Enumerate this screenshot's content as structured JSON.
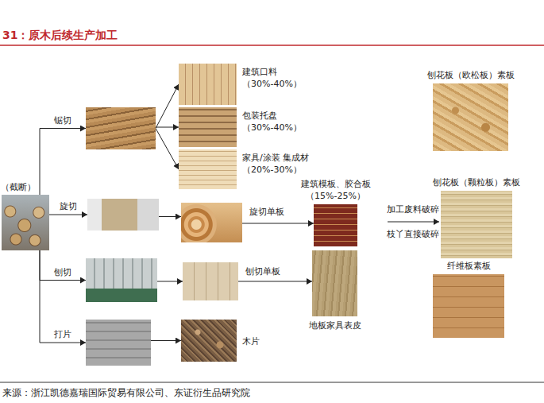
{
  "diagram": {
    "title": "31：原木后续生产加工",
    "caption": "来源：浙江凯德嘉瑞国际贸易有限公司、东证衍生品研究院",
    "nodes": [
      {
        "text": [
          "（截断）"
        ]
      },
      {
        "text": []
      },
      {
        "text": [
          "建筑口料",
          "（30%-40%）"
        ]
      },
      {
        "text": [
          "包装托盘",
          "（30%-40%）"
        ]
      },
      {
        "text": [
          "家具/涂装 集成材",
          "（20%-30%）"
        ]
      },
      {
        "text": []
      },
      {
        "text": [
          "旋切单板"
        ]
      },
      {
        "text": [
          "建筑模板、胶合板",
          "（15%-25%）"
        ]
      },
      {
        "text": []
      },
      {
        "text": [
          "刨切单板"
        ]
      },
      {
        "text": [
          "地板家具表皮"
        ]
      },
      {
        "text": []
      },
      {
        "text": [
          "木片"
        ]
      },
      {
        "text": [
          "刨花板（欧松板）素板"
        ]
      },
      {
        "text": [
          "刨花板（颗粒板）素板"
        ]
      },
      {
        "text": [
          "纤维板素板"
        ]
      }
    ],
    "edges": [
      {
        "from": 0,
        "to": 1,
        "label": "锯切",
        "arrow": "to"
      },
      {
        "from": 1,
        "to": 2,
        "arrow": "to"
      },
      {
        "from": 1,
        "to": 3,
        "arrow": "to"
      },
      {
        "from": 1,
        "to": 4,
        "arrow": "to"
      },
      {
        "from": 0,
        "to": 5,
        "label": "旋切",
        "arrow": "to"
      },
      {
        "from": 5,
        "to": 6,
        "arrow": "to"
      },
      {
        "from": 6,
        "to": 7,
        "arrow": "to"
      },
      {
        "from": 0,
        "to": 8,
        "label": "刨切",
        "arrow": "to"
      },
      {
        "from": 8,
        "to": 9,
        "arrow": "to"
      },
      {
        "from": 9,
        "to": 10,
        "arrow": "to"
      },
      {
        "from": 0,
        "to": 11,
        "label": "打片",
        "arrow": "to"
      },
      {
        "from": 11,
        "to": 12,
        "arrow": "to"
      }
    ],
    "labels": [
      "加工废料破碎",
      "枝丫直接破碎"
    ]
  }
}
